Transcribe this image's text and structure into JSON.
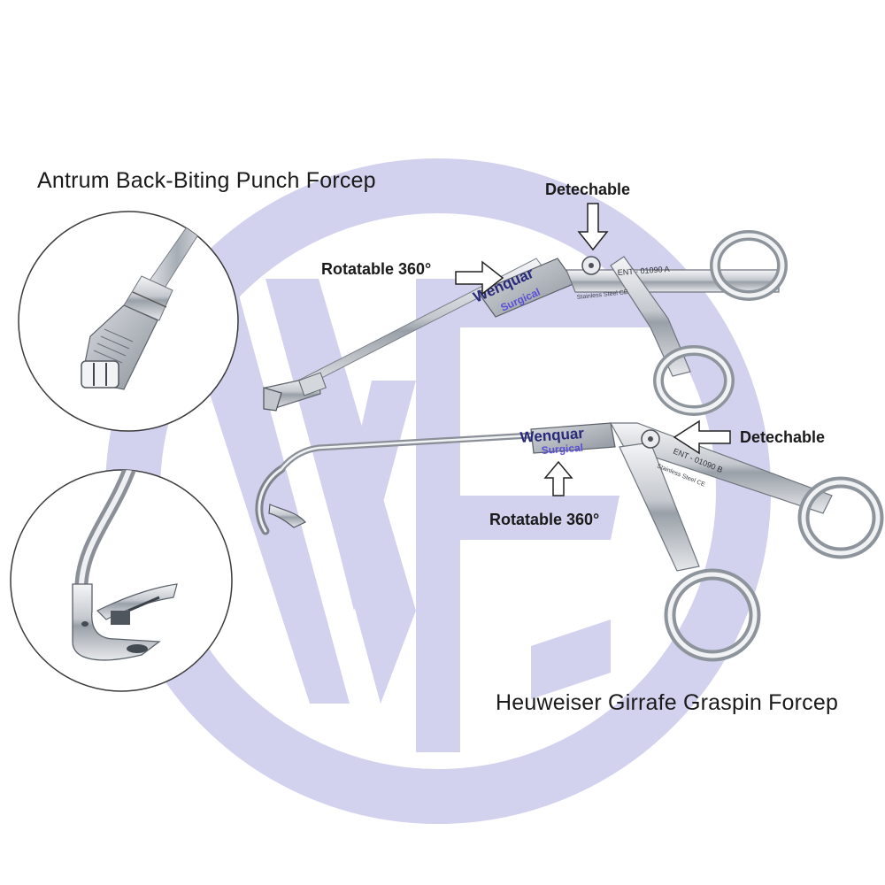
{
  "colors": {
    "watermark": "#d2d1ee",
    "steel_light": "#eef0f3",
    "steel_mid": "#b9bec6",
    "steel_dark": "#6f757e",
    "brand_blue": "#2a2a7a",
    "brand_purple": "#5b4fd8"
  },
  "watermark": {
    "icon": "wf-monogram-logo"
  },
  "titles": {
    "top": "Antrum Back-Biting Punch Forcep",
    "bottom": "Heuweiser Girrafe Graspin Forcep"
  },
  "callouts": {
    "detachable_top": "Detechable",
    "rotatable_top": "Rotatable 360°",
    "detachable_bottom": "Detechable",
    "rotatable_bottom": "Rotatable 360°"
  },
  "instruments": {
    "top": {
      "brand_line1": "Wenquar",
      "brand_line2": "Surgical",
      "code": "ENT - 01090 A",
      "etch": "Stainless Steel  CE"
    },
    "bottom": {
      "brand_line1": "Wenquar",
      "brand_line2": "Surgical",
      "code": "ENT - 01090 B",
      "etch": "Stainless Steel  CE"
    }
  },
  "detail_views": {
    "top": {
      "icon": "punch-tip-closeup"
    },
    "bottom": {
      "icon": "grasping-tip-closeup"
    }
  }
}
